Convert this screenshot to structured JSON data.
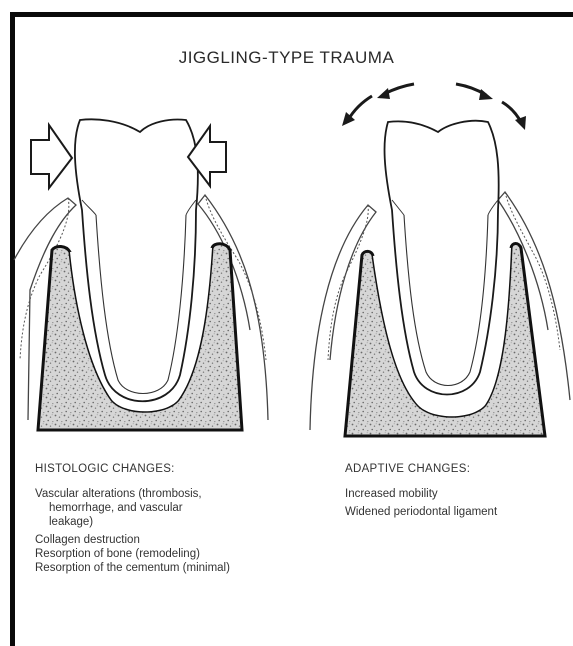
{
  "figure": {
    "title": "JIGGLING-TYPE TRAUMA"
  },
  "histologic": {
    "heading": "HISTOLOGIC CHANGES:",
    "vascular_line1": "Vascular alterations (thrombosis,",
    "vascular_line2": "hemorrhage, and vascular",
    "vascular_line3": "leakage)",
    "collagen": "Collagen destruction",
    "bone": "Resorption of bone (remodeling)",
    "cementum": "Resorption of the cementum (minimal)"
  },
  "adaptive": {
    "heading": "ADAPTIVE CHANGES:",
    "mobility": "Increased mobility",
    "ligament": "Widened periodontal ligament"
  }
}
